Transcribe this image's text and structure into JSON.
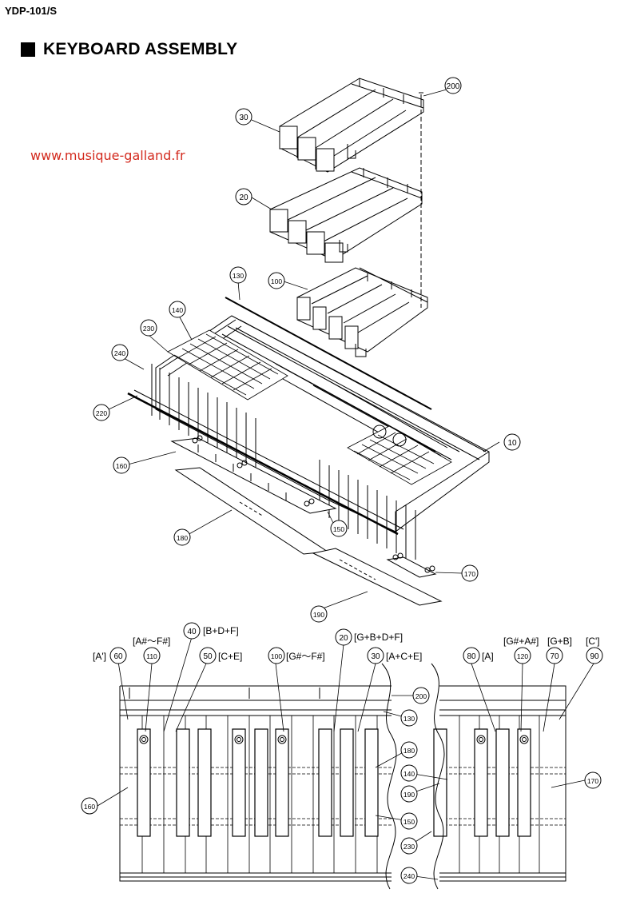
{
  "header": {
    "model": "YDP-101/S"
  },
  "section": {
    "title": "KEYBOARD ASSEMBLY"
  },
  "watermark": "www.musique-galland.fr",
  "callouts": {
    "c10": "10",
    "c20": "20",
    "c30": "30",
    "c100": "100",
    "c130": "130",
    "c140": "140",
    "c150": "150",
    "c160": "160",
    "c170": "170",
    "c180": "180",
    "c190": "190",
    "c200": "200",
    "c220": "220",
    "c230": "230",
    "c240": "240"
  },
  "bottom": {
    "c60": "60",
    "c110": "110",
    "c40": "40",
    "c50": "50",
    "c100": "100",
    "c20": "20",
    "c30": "30",
    "c80": "80",
    "c120": "120",
    "c70": "70",
    "c90": "90",
    "c200": "200",
    "c130": "130",
    "c180": "180",
    "c140": "140",
    "c190": "190",
    "c170": "170",
    "c160": "160",
    "c150": "150",
    "c230": "230",
    "c240": "240",
    "l_a_prime": "[A']",
    "l_as_fs": "[A#～F#]",
    "l_bdf": "[B+D+F]",
    "l_ce": "[C+E]",
    "l_gs_fs": "[G#～F#]",
    "l_gbdf": "[G+B+D+F]",
    "l_ace": "[A+C+E]",
    "l_a": "[A]",
    "l_gs_as": "[G#+A#]",
    "l_gb": "[G+B]",
    "l_c_prime": "[C']"
  }
}
